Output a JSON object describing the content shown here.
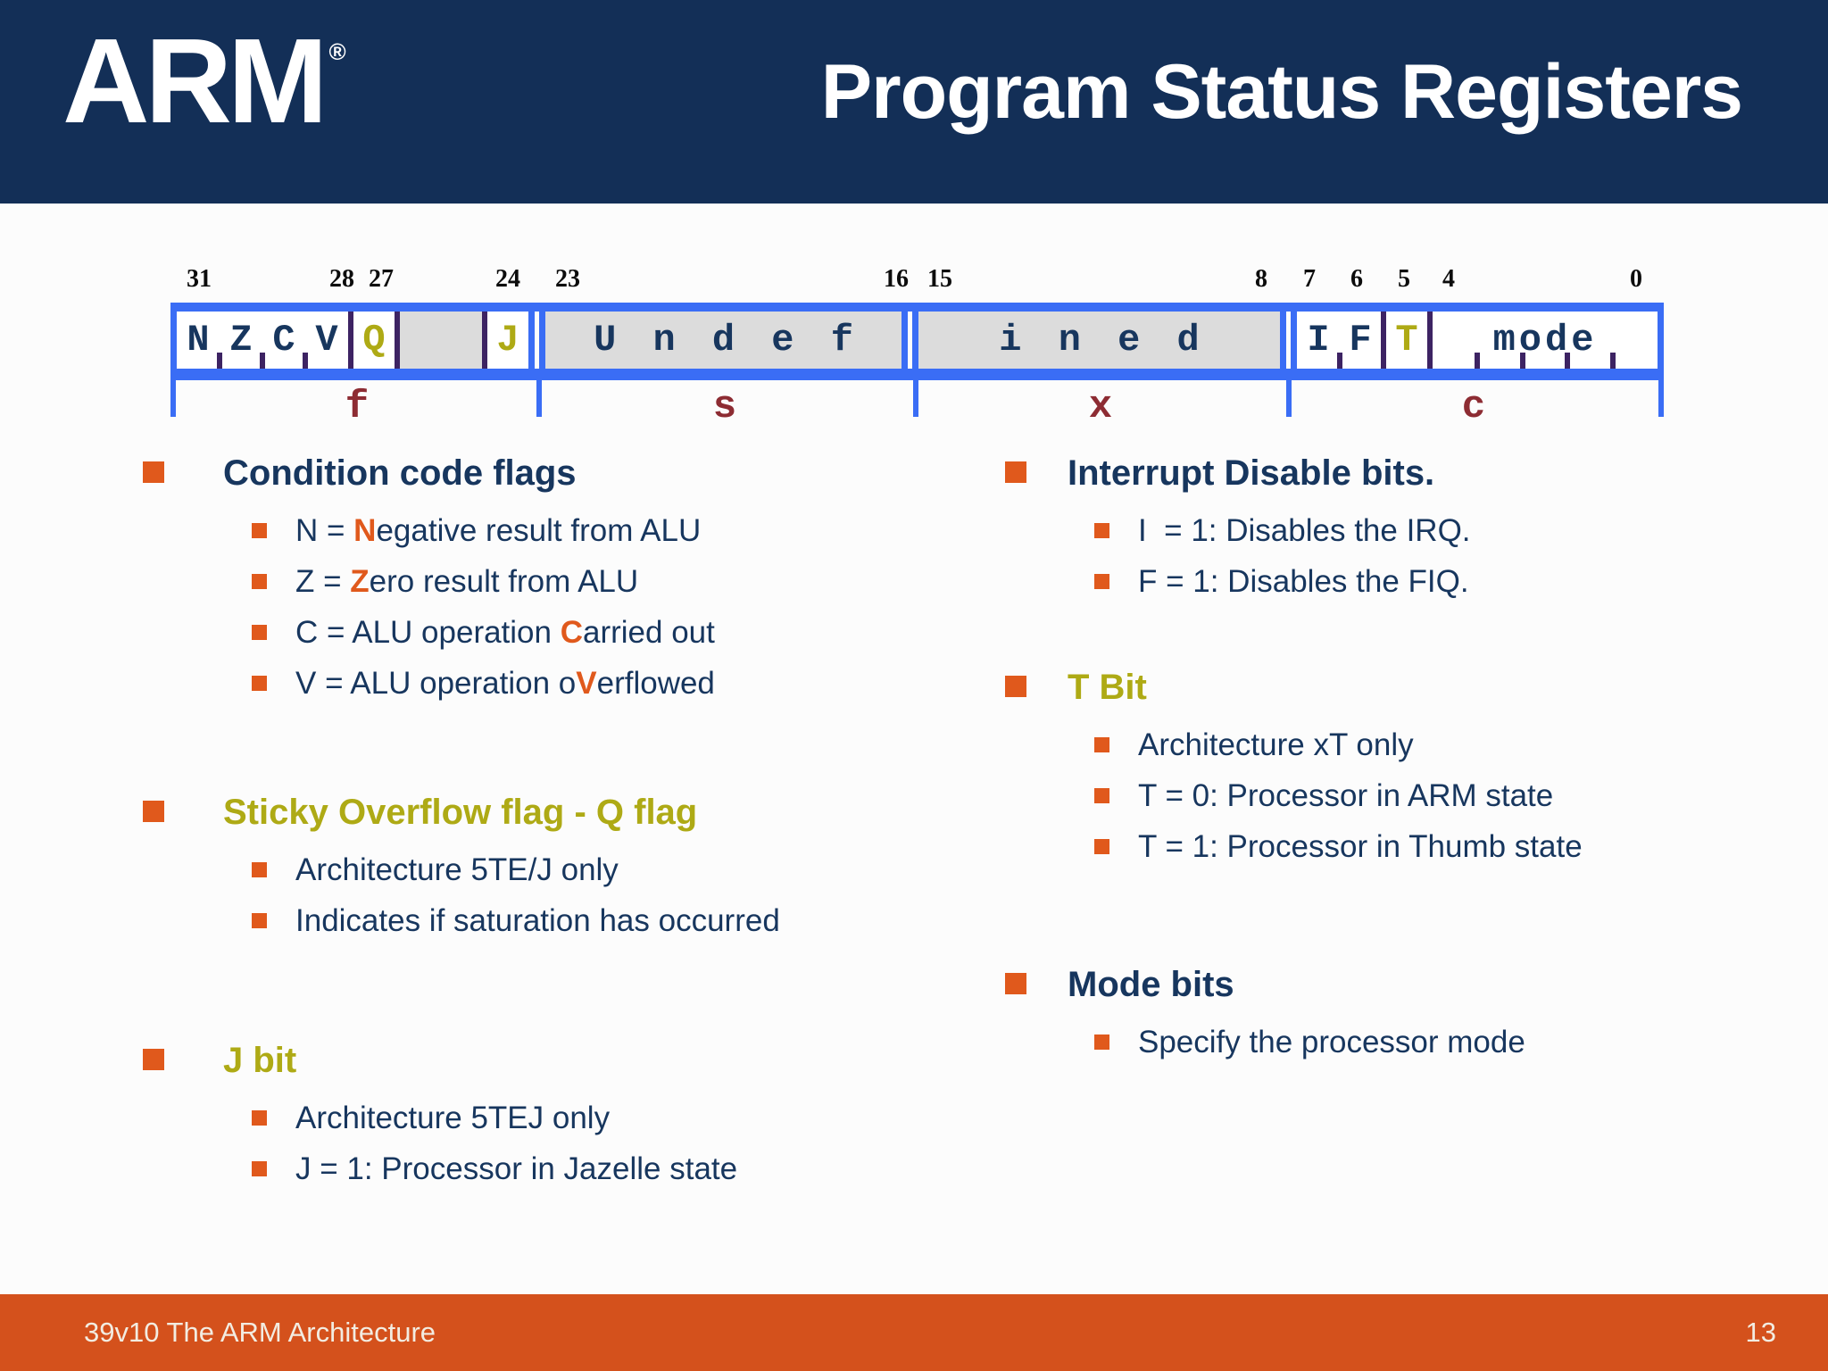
{
  "colors": {
    "header_bg": "#132f57",
    "footer_bg": "#d4511c",
    "accent_orange": "#e0591c",
    "olive": "#aeaa15",
    "navy_text": "#17365e",
    "register_border_blue": "#3a6df5",
    "bit_divider_purple": "#3d2363",
    "bracket_label_maroon": "#8d2c33",
    "undefined_gray": "#dcdcdc"
  },
  "header": {
    "logo": "ARM",
    "logo_reg": "®",
    "title": "Program Status Registers"
  },
  "register": {
    "bit_numbers": [
      "31",
      "28",
      "27",
      "24",
      "23",
      "16",
      "15",
      "8",
      "7",
      "6",
      "5",
      "4",
      "0"
    ],
    "flags": [
      "N",
      "Z",
      "C",
      "V"
    ],
    "q": "Q",
    "j": "J",
    "undefined_high": "U n d e f",
    "undefined_low": "i n e d",
    "i": "I",
    "f": "F",
    "t": "T",
    "mode": "mode",
    "bracket_labels": [
      "f",
      "s",
      "x",
      "c"
    ]
  },
  "left_sections": [
    {
      "title": "Condition code flags",
      "items": [
        {
          "pre": "N = ",
          "hl": "N",
          "post": "egative result from ALU"
        },
        {
          "pre": "Z = ",
          "hl": "Z",
          "post": "ero result from ALU"
        },
        {
          "pre": "C = ALU operation ",
          "hl": "C",
          "post": "arried out"
        },
        {
          "pre": "V = ALU operation o",
          "hl": "V",
          "post": "erflowed"
        }
      ]
    },
    {
      "title": "Sticky Overflow flag - Q flag",
      "items": [
        {
          "pre": "Architecture 5TE/J only",
          "hl": "",
          "post": ""
        },
        {
          "pre": "Indicates if saturation has occurred",
          "hl": "",
          "post": ""
        }
      ]
    },
    {
      "title": "J bit",
      "items": [
        {
          "pre": "Architecture 5TEJ only",
          "hl": "",
          "post": ""
        },
        {
          "pre": "J = 1: Processor in Jazelle state",
          "hl": "",
          "post": ""
        }
      ]
    }
  ],
  "right_sections": [
    {
      "title": "Interrupt Disable bits.",
      "items": [
        {
          "pre": "I  = 1: Disables the IRQ.",
          "hl": "",
          "post": ""
        },
        {
          "pre": "F = 1: Disables the FIQ.",
          "hl": "",
          "post": ""
        }
      ]
    },
    {
      "title": "T Bit",
      "items": [
        {
          "pre": "Architecture xT only",
          "hl": "",
          "post": ""
        },
        {
          "pre": "T = 0: Processor in ARM state",
          "hl": "",
          "post": ""
        },
        {
          "pre": "T = 1: Processor in Thumb state",
          "hl": "",
          "post": ""
        }
      ]
    },
    {
      "title": "Mode bits",
      "items": [
        {
          "pre": "Specify the processor mode",
          "hl": "",
          "post": ""
        }
      ]
    }
  ],
  "footer": {
    "left": "39v10 The ARM Architecture",
    "page": "13"
  }
}
